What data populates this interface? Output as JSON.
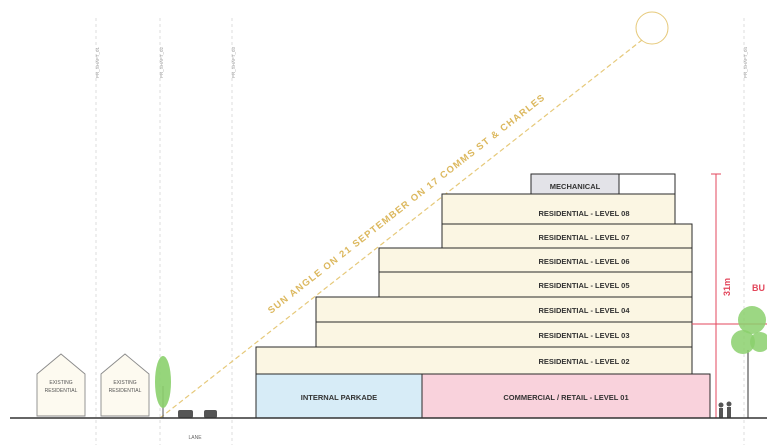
{
  "colors": {
    "floor_fill": "#fbf6e3",
    "parkade_fill": "#d7ecf7",
    "retail_fill": "#f9d2dc",
    "mechanical_fill": "#e3e3e8",
    "outline": "#2a2a2a",
    "sun_line": "#e6c97a",
    "sun_text": "#dcb85e",
    "red": "#e3475c",
    "gridline": "#d4d4d4",
    "tree": "#8bd06d",
    "ground": "#333333"
  },
  "gridline_labels": [
    "PR_SHAFT_01",
    "PR_SHAFT_02",
    "PR_SHAFT_03",
    "PR_SHAFT_04"
  ],
  "levels": {
    "mechanical": "MECHANICAL",
    "level_08": "RESIDENTIAL - LEVEL 08",
    "level_07": "RESIDENTIAL - LEVEL 07",
    "level_06": "RESIDENTIAL - LEVEL 06",
    "level_05": "RESIDENTIAL - LEVEL 05",
    "level_04": "RESIDENTIAL - LEVEL 04",
    "level_03": "RESIDENTIAL - LEVEL 03",
    "level_02": "RESIDENTIAL - LEVEL 02",
    "parkade": "INTERNAL PARKADE",
    "level_01": "COMMERCIAL / RETAIL - LEVEL 01"
  },
  "sun_angle_label": "SUN ANGLE ON 21 SEPTEMBER ON 17 COMMS ST & CHARLES",
  "height_dimension": "31m",
  "edge_label": "BU",
  "existing_houses": [
    {
      "line1": "EXISTING",
      "line2": "RESIDENTIAL"
    },
    {
      "line1": "EXISTING",
      "line2": "RESIDENTIAL"
    }
  ],
  "lane_label": "LANE"
}
